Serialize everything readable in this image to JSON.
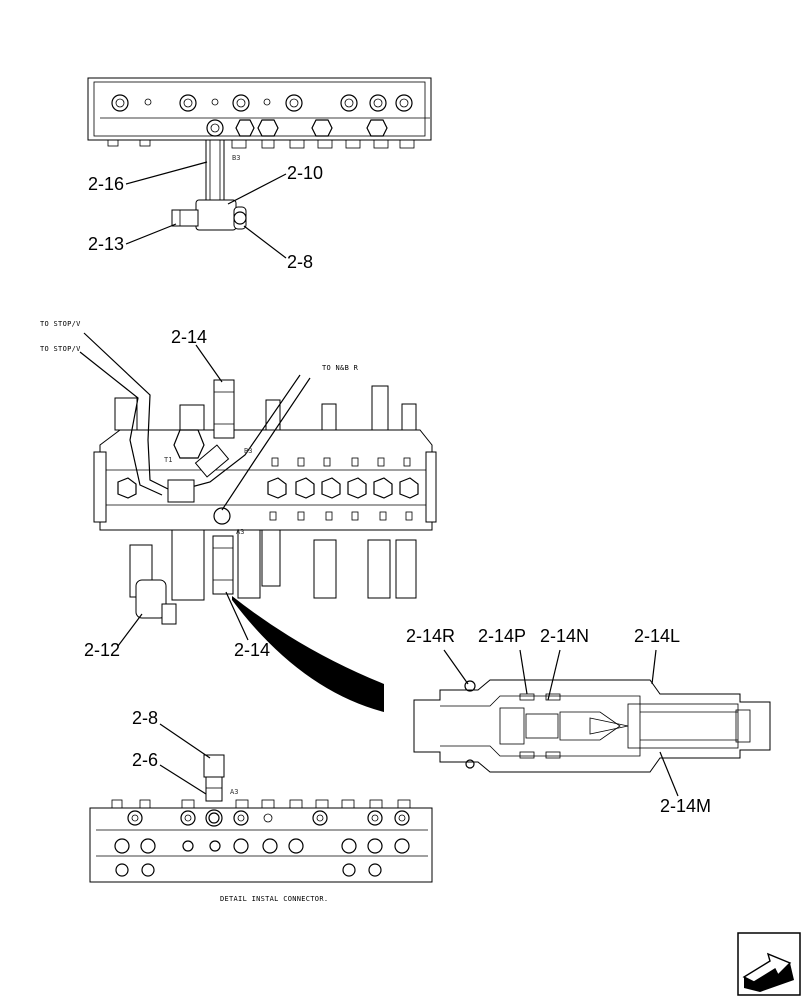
{
  "callouts": {
    "top_2_16": "2-16",
    "top_2_10": "2-10",
    "top_2_13": "2-13",
    "top_2_8": "2-8",
    "mid_2_14_upper": "2-14",
    "mid_2_12": "2-12",
    "mid_2_14_lower": "2-14",
    "bot_2_8": "2-8",
    "bot_2_6": "2-6",
    "det_2_14R": "2-14R",
    "det_2_14P": "2-14P",
    "det_2_14N": "2-14N",
    "det_2_14L": "2-14L",
    "det_2_14M": "2-14M"
  },
  "notes": {
    "to_stop_1": "TO STOP/V",
    "to_stop_2": "TO STOP/V",
    "to_nb": "TO N&B R",
    "detail_caption": "DETAIL INSTAL CONNECTOR."
  },
  "ports": {
    "top_b3": "B3",
    "mid_b3": "B3",
    "mid_t1": "T1",
    "mid_a3": "A3",
    "bot_a3": "A3"
  },
  "nav_icon": "next-page-arrow-icon"
}
